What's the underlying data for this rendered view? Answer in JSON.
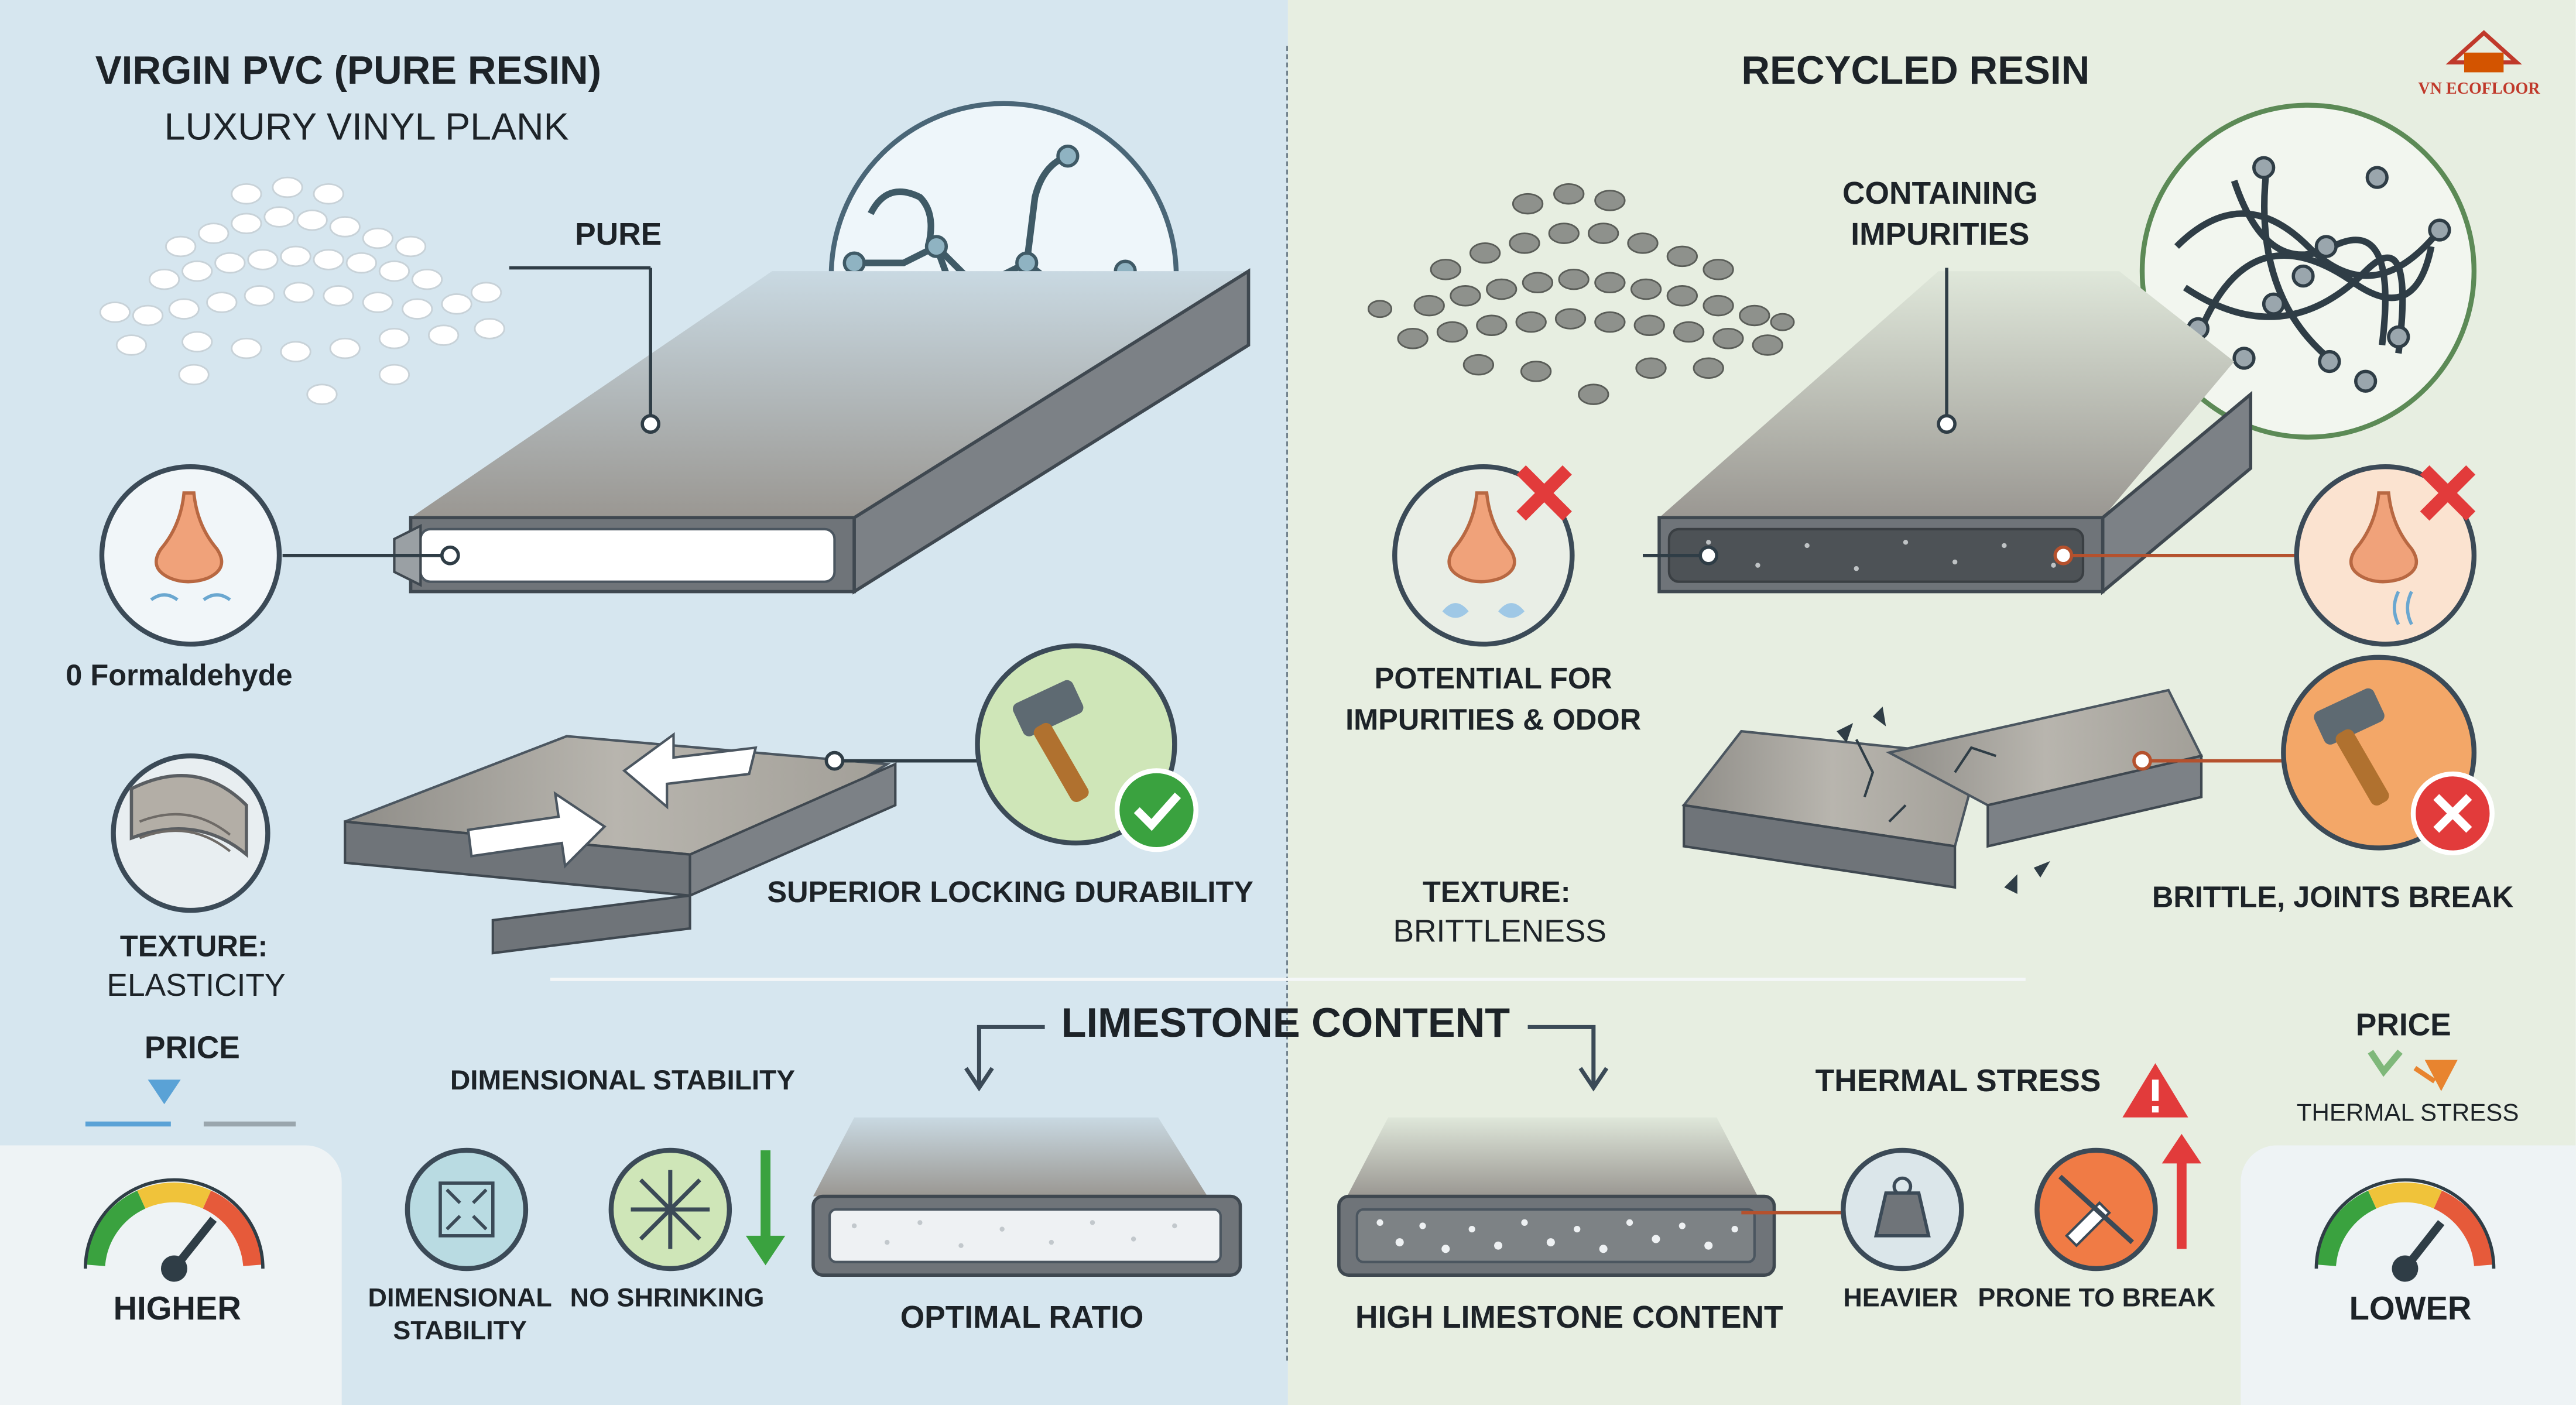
{
  "left": {
    "title": "VIRGIN PVC (PURE RESIN)",
    "subtitle": "LUXURY VINYL PLANK",
    "pure_label": "PURE",
    "formaldehyde_label": "0 Formaldehyde",
    "locking_label": "SUPERIOR LOCKING DURABILITY",
    "texture_label": "TEXTURE:",
    "texture_value": "ELASTICITY",
    "price_label": "PRICE",
    "price_level": "HIGHER",
    "dim_stability_heading": "DIMENSIONAL STABILITY",
    "dim_stability_icon_label_line1": "DIMENSIONAL",
    "dim_stability_icon_label_line2": "STABILITY",
    "no_shrinking_label": "NO SHRINKING",
    "optimal_ratio_label": "OPTIMAL RATIO"
  },
  "right": {
    "title": "RECYCLED RESIN",
    "impurities_line1": "CONTAINING",
    "impurities_line2": "IMPURITIES",
    "odor_line1": "POTENTIAL FOR",
    "odor_line2": "IMPURITIES & ODOR",
    "texture_label": "TEXTURE:",
    "texture_value": "BRITTLENESS",
    "brittle_label": "BRITTLE, JOINTS BREAK",
    "thermal_heading": "THERMAL STRESS",
    "heavier_label": "HEAVIER",
    "prone_label": "PRONE TO BREAK",
    "high_limestone_label": "HIGH LIMESTONE CONTENT",
    "price_label": "PRICE",
    "price_sub": "THERMAL STRESS",
    "price_level": "LOWER"
  },
  "center": {
    "limestone_heading": "LIMESTONE CONTENT"
  },
  "brand": {
    "name": "VN ECOFLOOR"
  },
  "colors": {
    "left_bg": "#d6e6ef",
    "right_bg": "#e7eee1",
    "good": "#3aa23f",
    "bad": "#e23b3b",
    "accent_orange": "#e8842f"
  }
}
